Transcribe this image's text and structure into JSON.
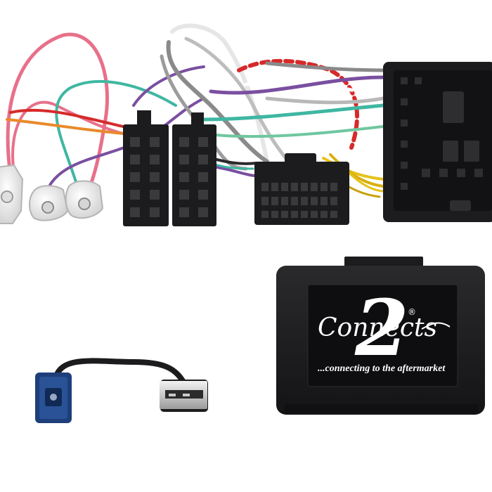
{
  "product": {
    "logo": {
      "number": "2",
      "word": "Connects",
      "registered_mark": "®",
      "tagline": "...connecting to the aftermarket"
    }
  },
  "colors": {
    "background": "#ffffff",
    "plastic_black": "#1c1c1e",
    "fakra_blue": "#1f3f7a",
    "usb_silver": "#d8d8d8",
    "wire_pink": "#e8708a",
    "wire_red": "#d62a2a",
    "wire_teal": "#3fb7a2",
    "wire_purple": "#7a4fa0",
    "wire_grey": "#8a8a8a",
    "wire_yellow": "#e5c21a",
    "wire_orange": "#e88a2a",
    "wire_white": "#e6e6e6"
  }
}
